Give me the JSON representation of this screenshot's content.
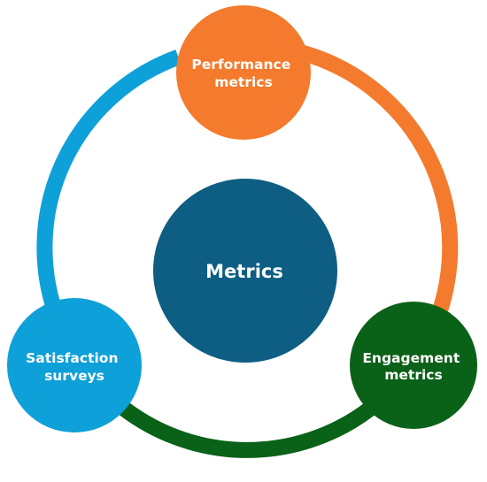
{
  "center": {
    "label": "Metrics",
    "color": "#0d5e82"
  },
  "nodes": [
    {
      "id": "performance",
      "lines": [
        "Performance",
        "metrics"
      ],
      "color": "#f47a2d"
    },
    {
      "id": "engagement",
      "lines": [
        "Engagement",
        "metrics"
      ],
      "color": "#0a6118"
    },
    {
      "id": "satisfaction",
      "lines": [
        "Satisfaction",
        "surveys"
      ],
      "color": "#0ea0d8"
    }
  ],
  "arcs": [
    {
      "from": "performance",
      "to": "engagement",
      "color": "#f47a2d"
    },
    {
      "from": "engagement",
      "to": "satisfaction",
      "color": "#0a6118"
    },
    {
      "from": "satisfaction",
      "to": "performance",
      "color": "#0ea0d8"
    }
  ]
}
